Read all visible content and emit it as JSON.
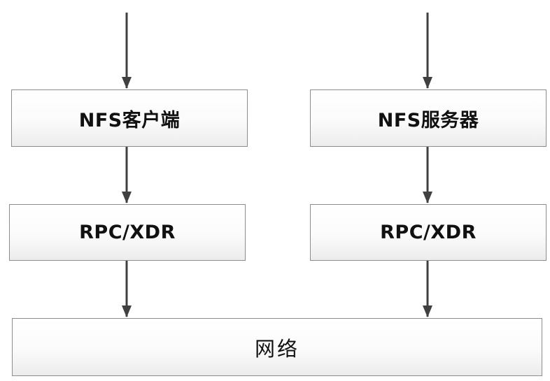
{
  "diagram": {
    "nodes": {
      "nfs_client": {
        "label": "NFS客户端"
      },
      "nfs_server": {
        "label": "NFS服务器"
      },
      "rpc_client": {
        "label": "RPC/XDR"
      },
      "rpc_server": {
        "label": "RPC/XDR"
      },
      "network": {
        "label": "网络"
      }
    },
    "edges": [
      {
        "from": "",
        "to": "NFS客户端"
      },
      {
        "from": "NFS客户端",
        "to": "RPC/XDR"
      },
      {
        "from": "RPC/XDR",
        "to": "网络"
      },
      {
        "from": "",
        "to": "NFS服务器"
      },
      {
        "from": "NFS服务器",
        "to": "RPC/XDR"
      },
      {
        "from": "RPC/XDR",
        "to": "网络"
      }
    ],
    "colors": {
      "arrow": "#404040",
      "border": "#8c8c8c",
      "text": "#111111"
    }
  }
}
